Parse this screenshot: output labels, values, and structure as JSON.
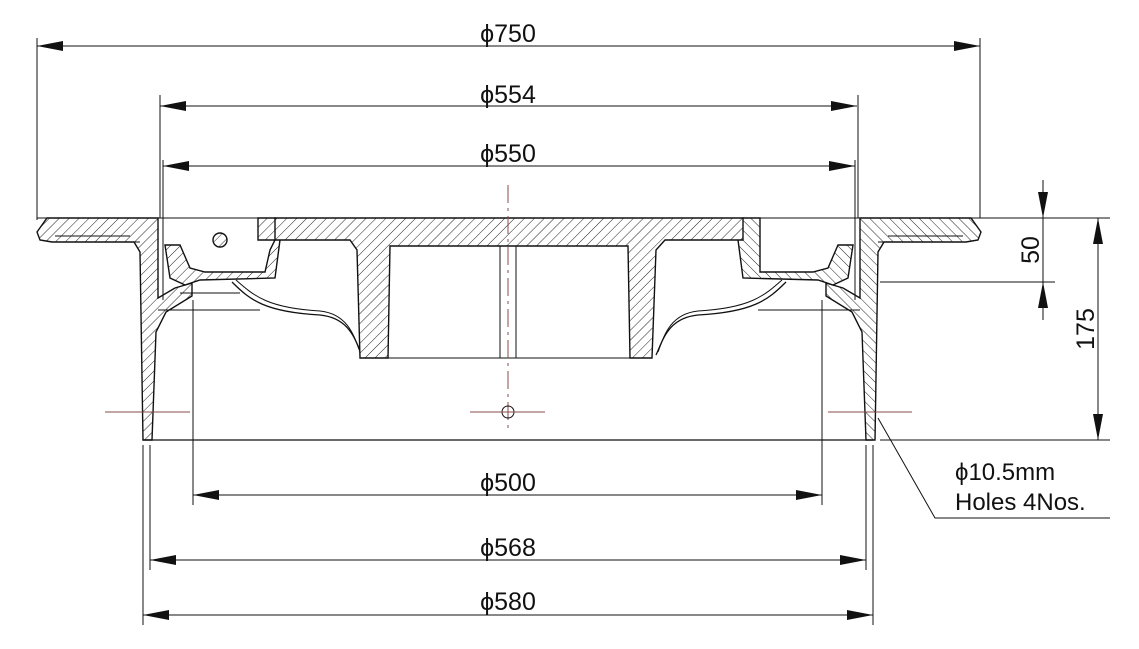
{
  "dimensions": {
    "d750": "ϕ750",
    "d554": "ϕ554",
    "d550": "ϕ550",
    "d500": "ϕ500",
    "d568": "ϕ568",
    "d580": "ϕ580",
    "h50": "50",
    "h175": "175"
  },
  "note": {
    "line1": "ϕ10.5mm",
    "line2": "Holes 4Nos."
  },
  "colors": {
    "line": "#111111",
    "centerline": "#8a4a4a"
  }
}
